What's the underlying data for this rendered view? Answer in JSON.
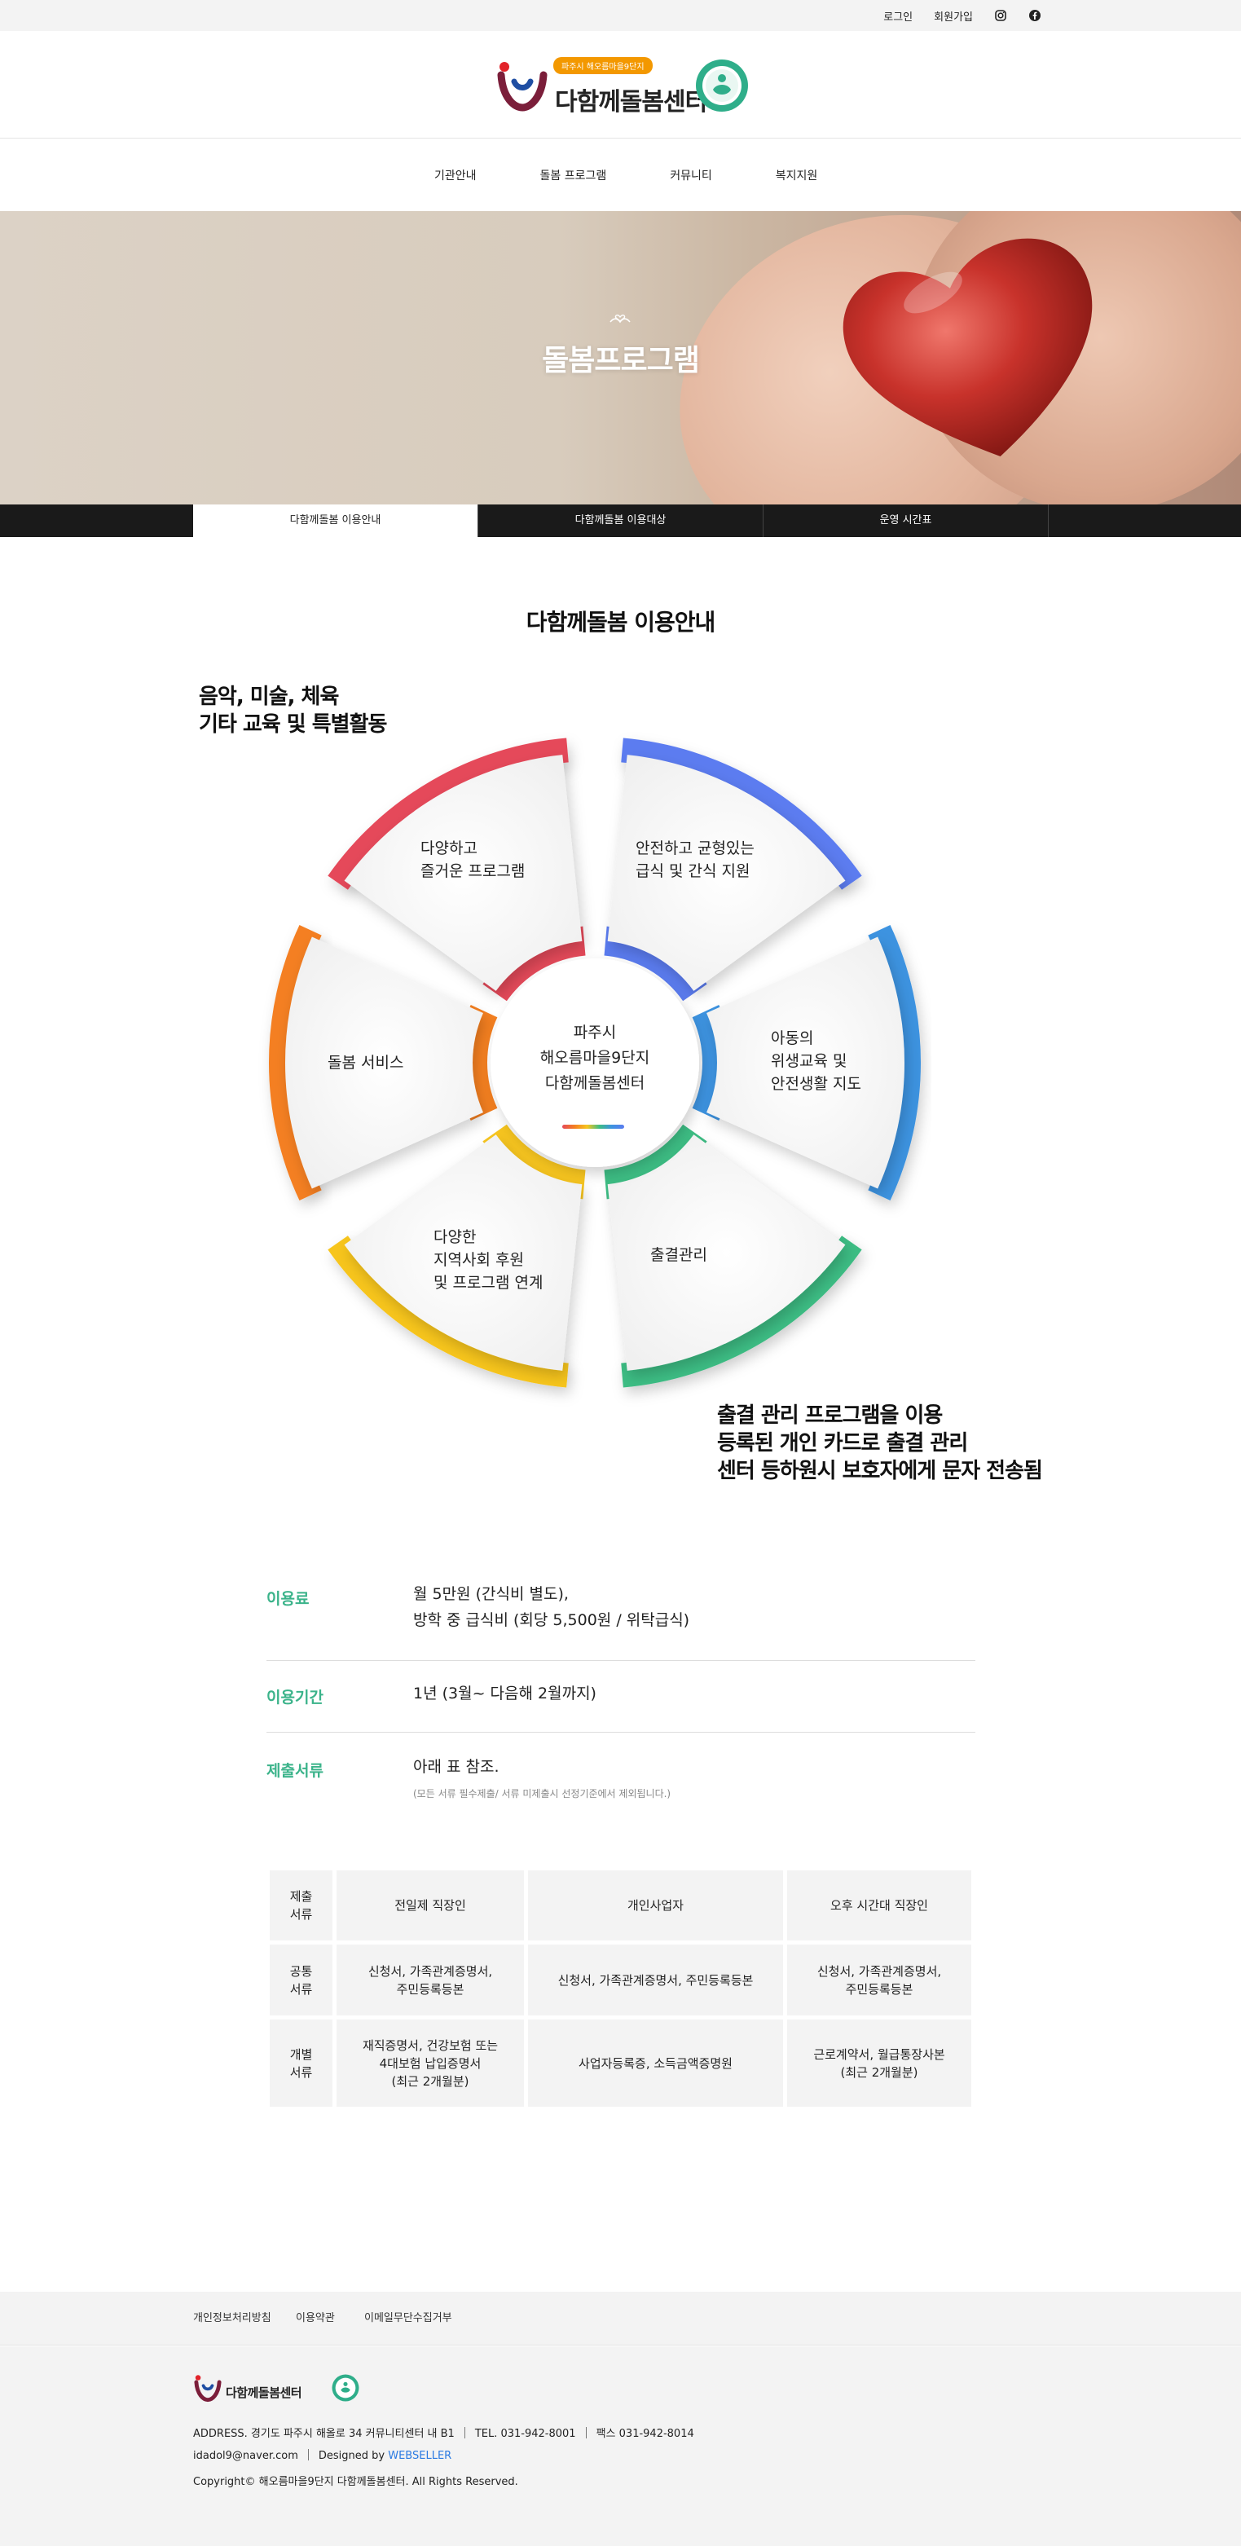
{
  "topbar": {
    "login": "로그인",
    "signup": "회원가입"
  },
  "logo": {
    "name": "다함께돌봄센터",
    "badge": "파주시 해오름마을9단지"
  },
  "nav": {
    "items": [
      "기관안내",
      "돌봄 프로그램",
      "커뮤니티",
      "복지지원"
    ]
  },
  "hero": {
    "title": "돌봄프로그램"
  },
  "subtabs": [
    "다함께돌봄 이용안내",
    "다함께돌봄 이용대상",
    "운영 시간표"
  ],
  "section": {
    "title": "다함께돌봄 이용안내"
  },
  "callouts": {
    "top_left": [
      "음악, 미술, 체육",
      "기타 교육 및 특별활동"
    ],
    "bottom_right": [
      "출결 관리 프로그램을 이용",
      "등록된 개인 카드로 출결 관리",
      "센터 등하원시 보호자에게 문자 전송됨"
    ]
  },
  "wheel": {
    "center": [
      "파주시",
      "해오름마을9단지",
      "다함께돌봄센터"
    ],
    "segments": [
      {
        "label": [
          "안전하고 균형있는",
          "급식 및 간식 지원"
        ],
        "color": "#5b7cf0"
      },
      {
        "label": [
          "아동의",
          "위생교육 및",
          "안전생활 지도"
        ],
        "color": "#3d93e0"
      },
      {
        "label": [
          "출결관리"
        ],
        "color": "#3dbd84"
      },
      {
        "label": [
          "다양한",
          "지역사회 후원",
          "및 프로그램 연계"
        ],
        "color": "#f7c51f"
      },
      {
        "label": [
          "돌봄 서비스"
        ],
        "color": "#f47f20"
      },
      {
        "label": [
          "다양하고",
          "즐거운  프로그램"
        ],
        "color": "#e54a5a"
      }
    ]
  },
  "info": {
    "fee": {
      "key": "이용료",
      "lines": [
        "월 5만원 (간식비 별도),",
        "방학 중 급식비 (회당 5,500원 / 위탁급식)"
      ]
    },
    "period": {
      "key": "이용기간",
      "value": "1년 (3월~ 다음해 2월까지)"
    },
    "docs": {
      "key": "제출서류",
      "value": "아래 표 참조.",
      "note": "(모든 서류 필수제출/ 서류 미제출시 선정기준에서 제외됩니다.)"
    }
  },
  "table": {
    "header": [
      "제출\n서류",
      "전일제 직장인",
      "개인사업자",
      "오후 시간대 직장인"
    ],
    "rows": [
      [
        "공통\n서류",
        "신청서, 가족관계증명서,\n주민등록등본",
        "신청서, 가족관계증명서, 주민등록등본",
        "신청서, 가족관계증명서,\n주민등록등본"
      ],
      [
        "개별\n서류",
        "재직증명서, 건강보험 또는\n4대보험 납입증명서\n(최근 2개월분)",
        "사업자등록증, 소득금액증명원",
        "근로계약서, 월급통장사본\n(최근 2개월분)"
      ]
    ]
  },
  "footer": {
    "links": [
      "개인정보처리방침",
      "이용약관",
      "이메일무단수집거부"
    ],
    "address": "ADDRESS. 경기도 파주시 해올로 34 커뮤니티센터 내 B1",
    "tel": "TEL. 031-942-8001",
    "fax": "팩스 031-942-8014",
    "email": "idadol9@naver.com",
    "designed_prefix": "Designed by ",
    "designer": "WEBSELLER",
    "copyright": "Copyright© 해오름마을9단지 다함께돌봄센터. All Rights Reserved."
  }
}
